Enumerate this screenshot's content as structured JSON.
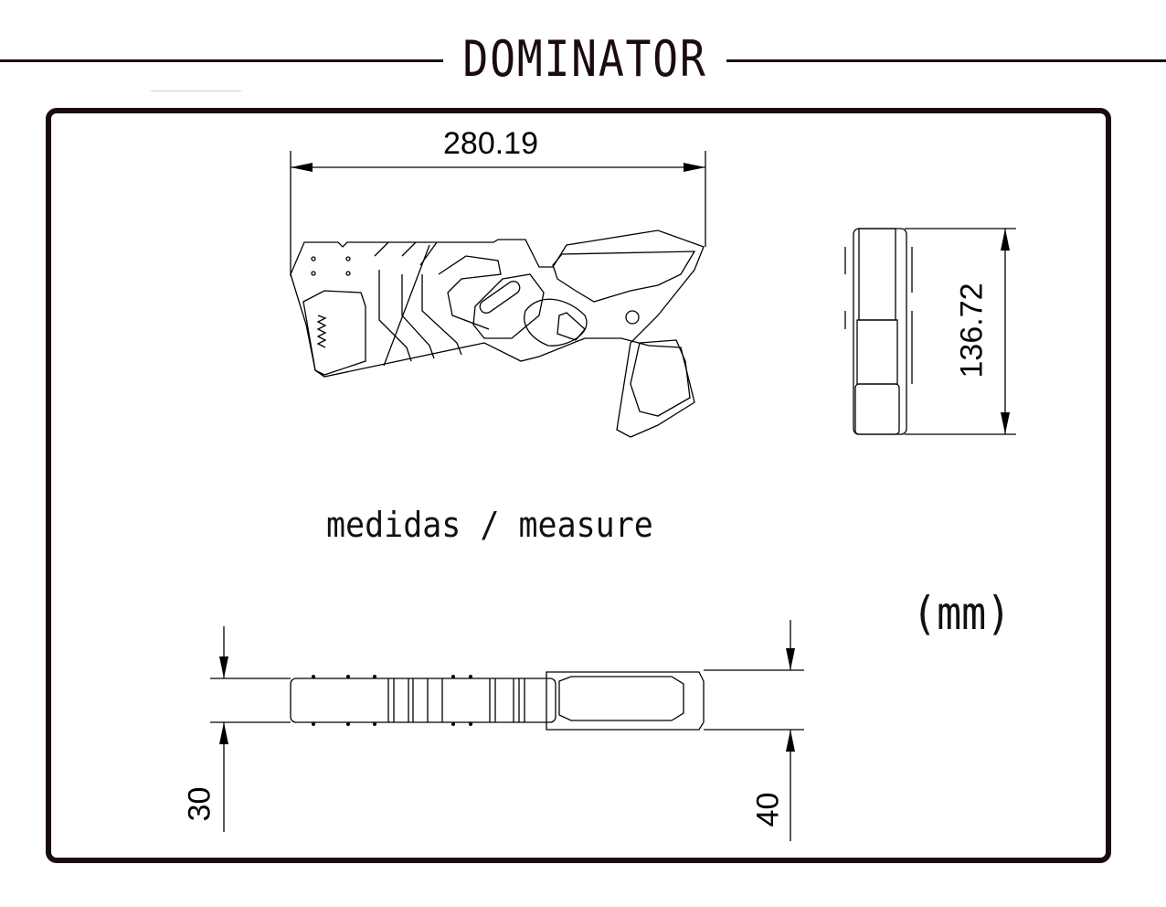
{
  "title": "DOMINATOR",
  "dimensions": {
    "length": "280.19",
    "height": "136.72",
    "width_rear": "30",
    "width_front": "40"
  },
  "caption": "medidas / measure",
  "unit": "(mm)",
  "colors": {
    "frame": "#1a0a14",
    "lines": "#000000"
  }
}
